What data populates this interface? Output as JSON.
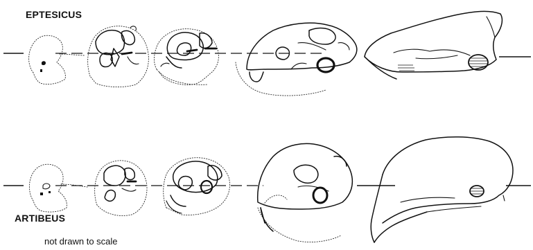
{
  "figure": {
    "top_label": "EPTESICUS",
    "bottom_label": "ARTIBEUS",
    "note": "not drawn to scale"
  }
}
